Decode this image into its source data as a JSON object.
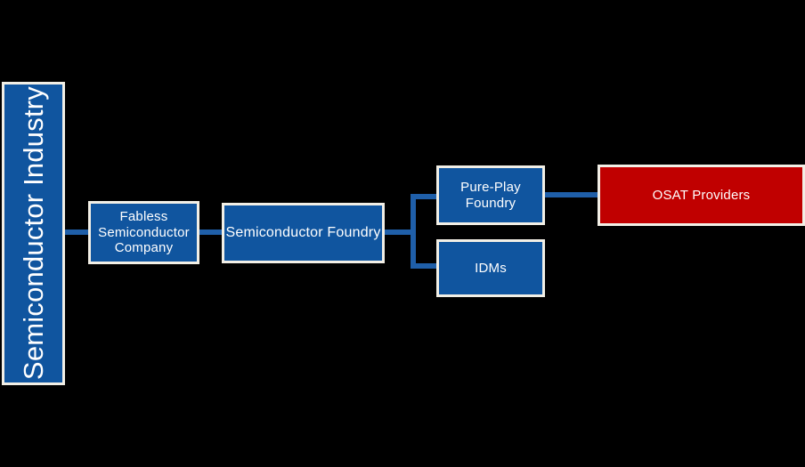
{
  "diagram": {
    "title": "Semiconductor Industry",
    "background_color": "#000000",
    "node_fill_blue": "#10559F",
    "node_fill_red": "#C00000",
    "node_border_color": "#F2EFE6",
    "connector_color": "#1F5FA9",
    "node_text_color": "#FFFFFF",
    "nodes": {
      "industry": {
        "label": "Semiconductor Industry",
        "orientation": "vertical",
        "color": "#10559F"
      },
      "fabless": {
        "label": "Fabless Semiconductor Company",
        "orientation": "horizontal",
        "color": "#10559F"
      },
      "foundry": {
        "label": "Semiconductor Foundry",
        "orientation": "horizontal",
        "color": "#10559F"
      },
      "pureplay": {
        "label": "Pure-Play Foundry",
        "orientation": "horizontal",
        "color": "#10559F"
      },
      "idms": {
        "label": "IDMs",
        "orientation": "horizontal",
        "color": "#10559F"
      },
      "osat": {
        "label": "OSAT Providers",
        "orientation": "horizontal",
        "color": "#C00000"
      }
    },
    "connectors": [
      {
        "name": "industry-to-fabless",
        "from": "industry",
        "to": "fabless"
      },
      {
        "name": "fabless-to-foundry",
        "from": "fabless",
        "to": "foundry"
      },
      {
        "name": "foundry-to-split",
        "from": "foundry",
        "to": "split"
      },
      {
        "name": "split-to-pureplay",
        "from": "split",
        "to": "pureplay"
      },
      {
        "name": "split-to-idms",
        "from": "split",
        "to": "idms"
      },
      {
        "name": "pureplay-to-osat",
        "from": "pureplay",
        "to": "osat"
      }
    ]
  }
}
